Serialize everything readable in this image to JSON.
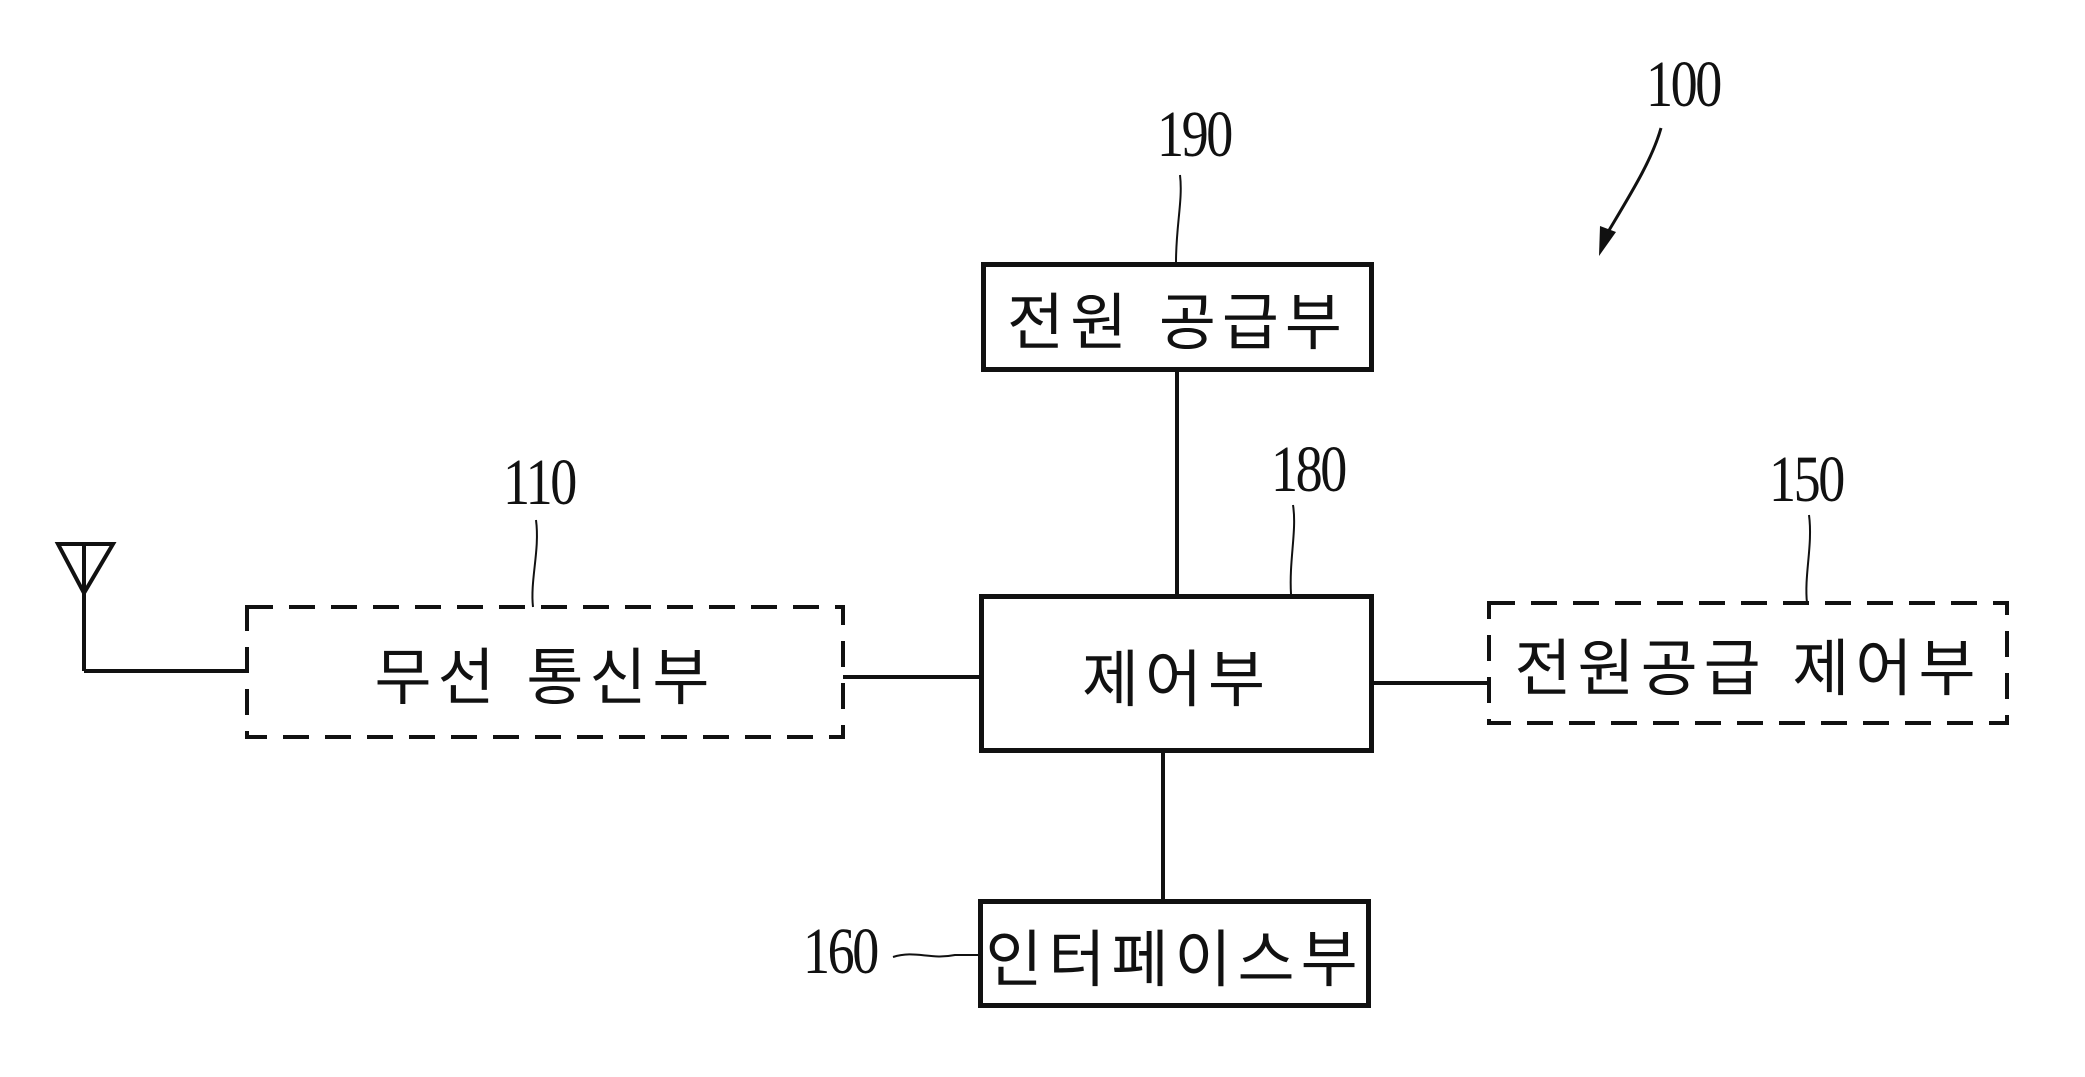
{
  "figure": {
    "system_ref": "100",
    "blocks": {
      "power_supply": {
        "ref": "190",
        "label": "전원 공급부",
        "style": "solid"
      },
      "controller": {
        "ref": "180",
        "label": "제어부",
        "style": "solid"
      },
      "wireless": {
        "ref": "110",
        "label": "무선 통신부",
        "style": "dashed"
      },
      "power_control": {
        "ref": "150",
        "label": "전원공급 제어부",
        "style": "dashed"
      },
      "interface": {
        "ref": "160",
        "label": "인터페이스부",
        "style": "solid"
      }
    },
    "connections": [
      [
        "power_supply",
        "controller"
      ],
      [
        "wireless",
        "controller"
      ],
      [
        "controller",
        "power_control"
      ],
      [
        "controller",
        "interface"
      ],
      [
        "antenna",
        "wireless"
      ]
    ],
    "colors": {
      "ink": "#111111",
      "background": "#ffffff"
    }
  }
}
